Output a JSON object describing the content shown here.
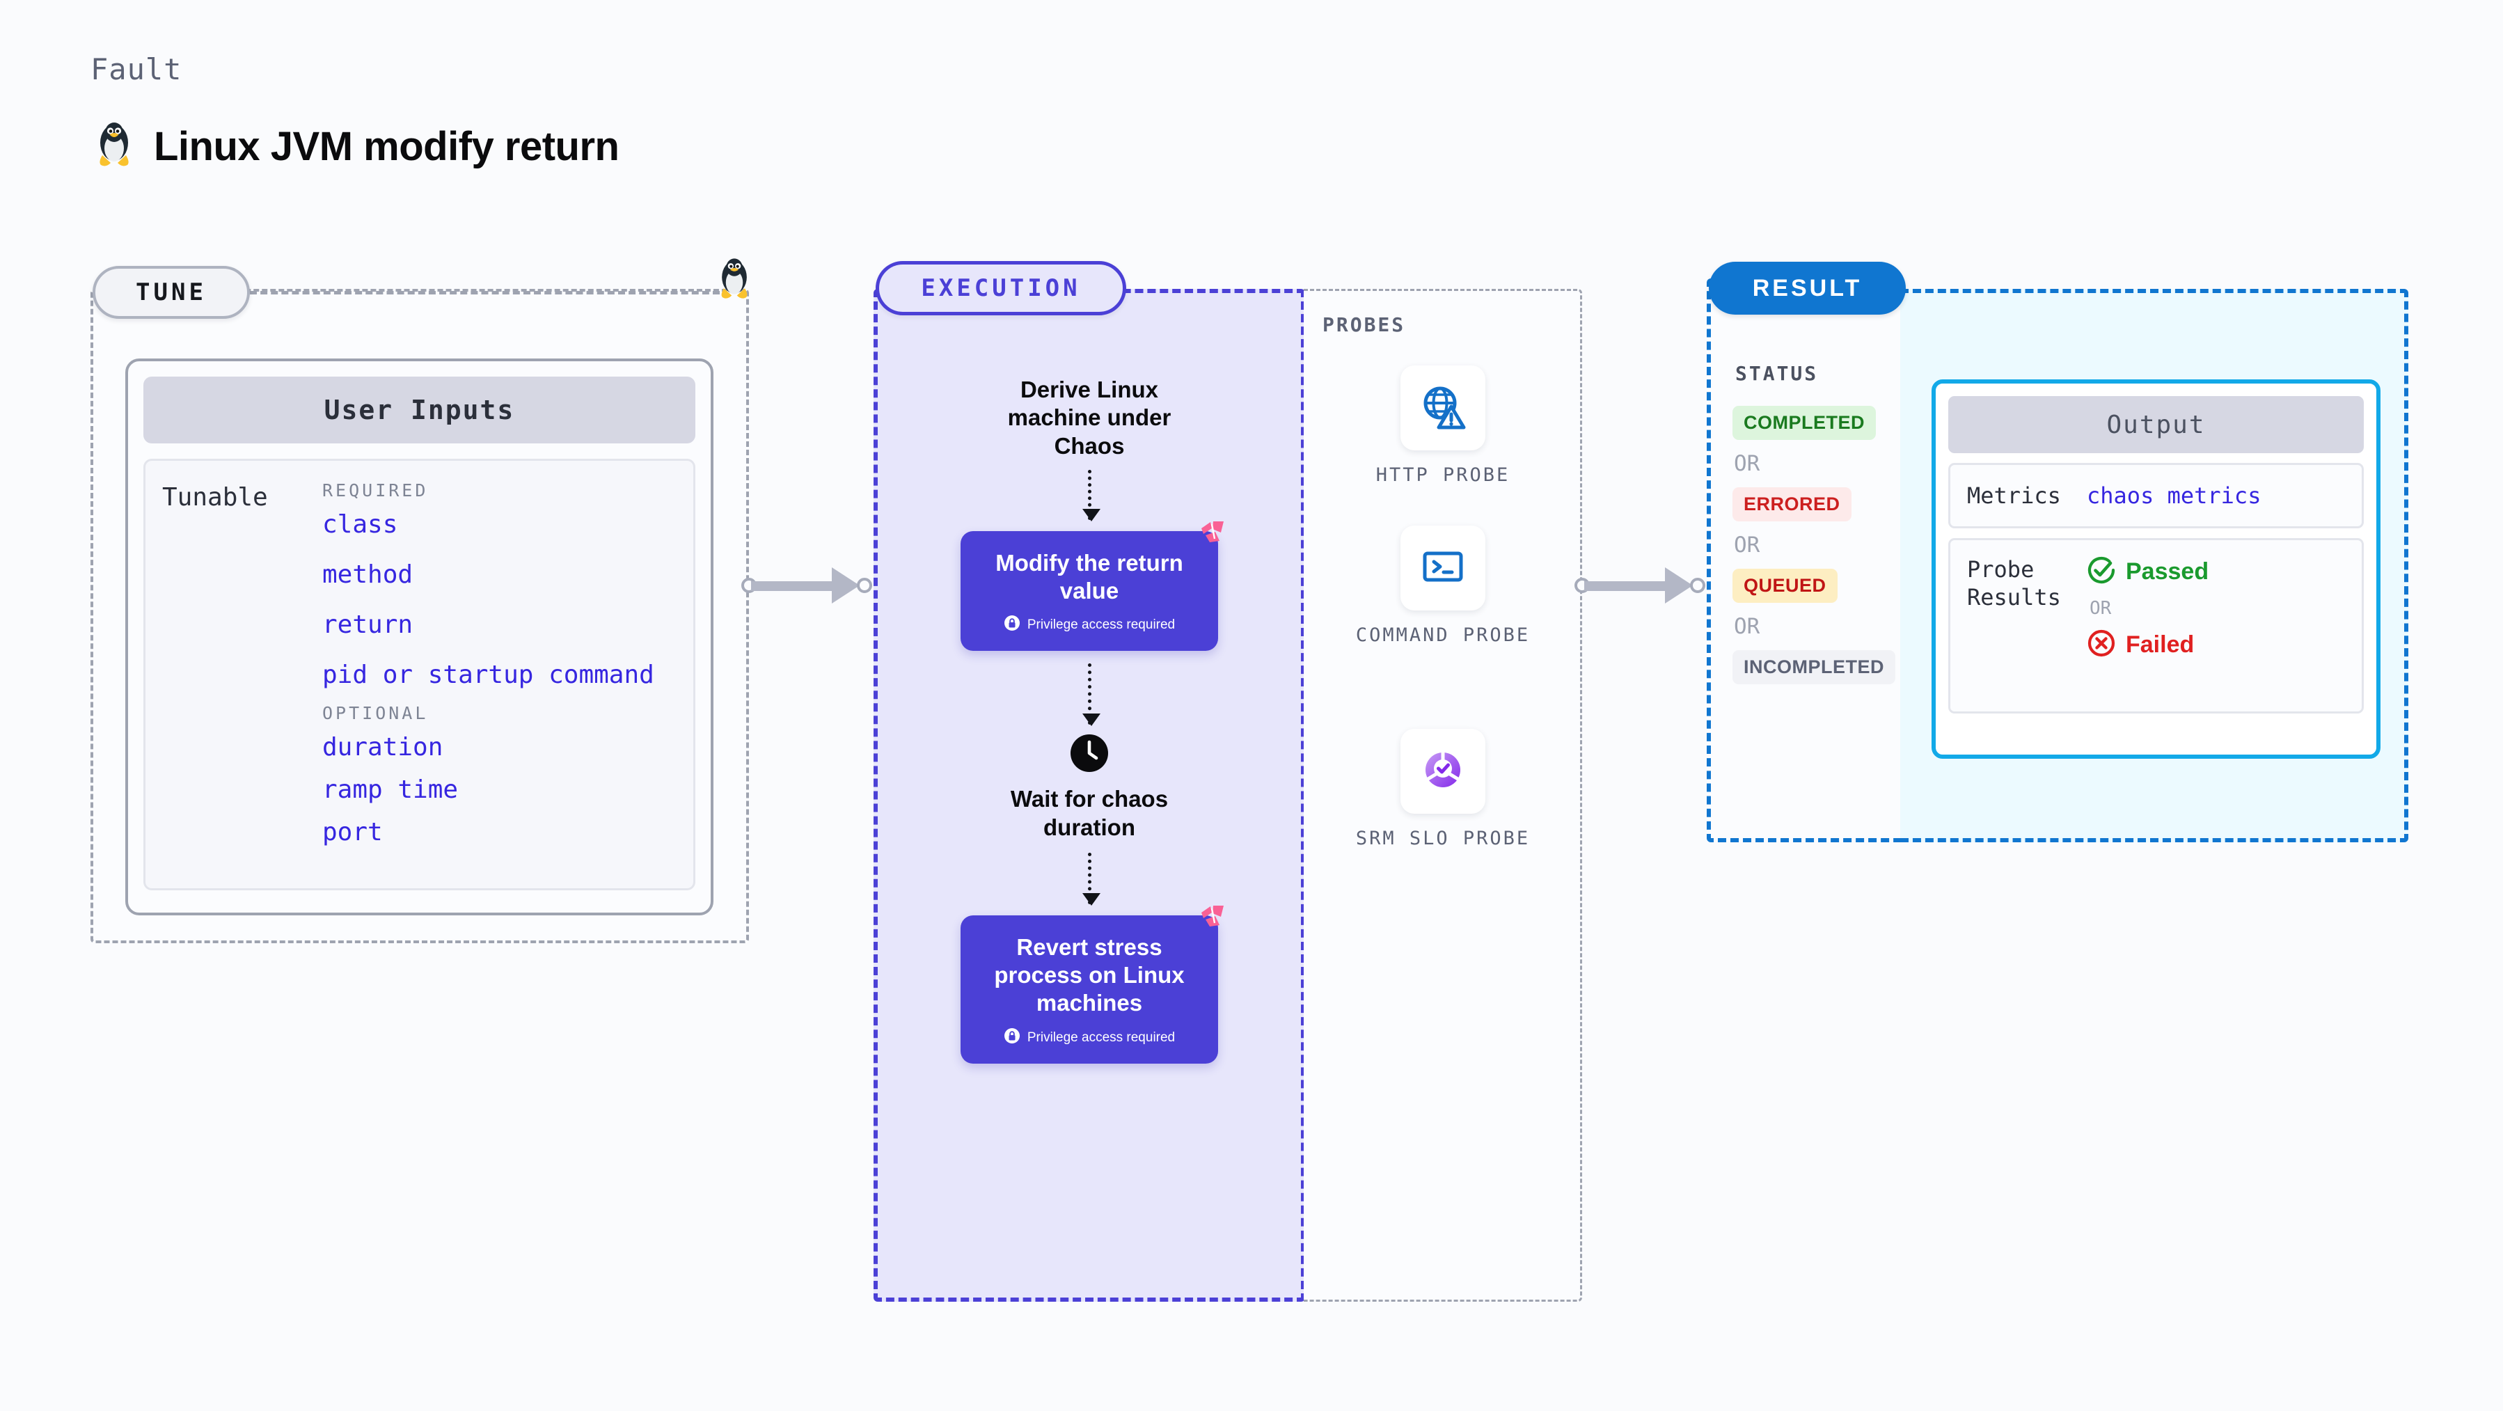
{
  "header": {
    "kicker": "Fault",
    "title": "Linux JVM modify return",
    "icon": "linux-penguin-icon"
  },
  "stages": {
    "tune_label": "TUNE",
    "execution_label": "EXECUTION",
    "result_label": "RESULT",
    "probes_label": "PROBES"
  },
  "tune": {
    "card_title": "User Inputs",
    "row_label": "Tunable",
    "groups": [
      {
        "title": "REQUIRED",
        "items": [
          "class",
          "method",
          "return",
          "pid or startup command"
        ]
      },
      {
        "title": "OPTIONAL",
        "items": [
          "duration",
          "ramp time",
          "port"
        ]
      }
    ]
  },
  "execution": {
    "step1": "Derive Linux machine under Chaos",
    "step2_title": "Modify the return value",
    "step2_sub": "Privilege access required",
    "wait_label": "Wait for chaos duration",
    "step3_title": "Revert stress process on Linux machines",
    "step3_sub": "Privilege access required"
  },
  "probes": [
    {
      "label": "HTTP PROBE",
      "icon": "globe-warning-icon"
    },
    {
      "label": "COMMAND PROBE",
      "icon": "terminal-prompt-icon"
    },
    {
      "label": "SRM SLO PROBE",
      "icon": "slo-donut-check-icon"
    }
  ],
  "result": {
    "status_title": "STATUS",
    "or_label": "OR",
    "statuses": [
      {
        "label": "COMPLETED",
        "fg": "#1a7a1f",
        "bg": "#ddf5dd"
      },
      {
        "label": "ERRORED",
        "fg": "#cc1f1f",
        "bg": "#fdeaea"
      },
      {
        "label": "QUEUED",
        "fg": "#c01515",
        "bg": "#fdeec2"
      },
      {
        "label": "INCOMPLETED",
        "fg": "#5c6275",
        "bg": "#f1f2f6"
      }
    ]
  },
  "output": {
    "card_title": "Output",
    "metrics_key": "Metrics",
    "metrics_value": "chaos metrics",
    "probe_key": "Probe Results",
    "passed_label": "Passed",
    "failed_label": "Failed",
    "or_label": "OR"
  },
  "colors": {
    "purple": "#4b40d6",
    "blue": "#1076d0",
    "cyan": "#12a9e8",
    "pink": "#f96195",
    "green": "#1a9a2e",
    "red": "#e02020",
    "gray": "#9ea3b0"
  }
}
